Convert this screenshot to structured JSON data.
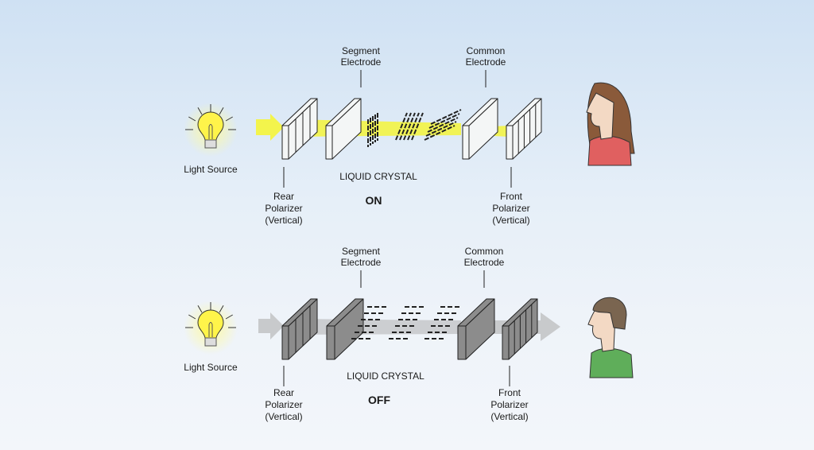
{
  "panels": [
    {
      "state": "ON",
      "light_source": "Light Source",
      "segment_electrode": [
        "Segment",
        "Electrode"
      ],
      "common_electrode": [
        "Common",
        "Electrode"
      ],
      "liquid_crystal": "LIQUID CRYSTAL",
      "rear_polarizer": [
        "Rear",
        "Polarizer",
        "(Vertical)"
      ],
      "front_polarizer": [
        "Front",
        "Polarizer",
        "(Vertical)"
      ]
    },
    {
      "state": "OFF",
      "light_source": "Light Source",
      "segment_electrode": [
        "Segment",
        "Electrode"
      ],
      "common_electrode": [
        "Common",
        "Electrode"
      ],
      "liquid_crystal": "LIQUID CRYSTAL",
      "rear_polarizer": [
        "Rear",
        "Polarizer",
        "(Vertical)"
      ],
      "front_polarizer": [
        "Front",
        "Polarizer",
        "(Vertical)"
      ]
    }
  ],
  "colors": {
    "light_on": "#f5f53a",
    "light_off": "#c8cacc",
    "plate_on": "#f4f6f6",
    "plate_off": "#8c8c8c",
    "shirt_on": "#e06060",
    "shirt_off": "#5fae5a",
    "bulb": "#fff44a"
  }
}
